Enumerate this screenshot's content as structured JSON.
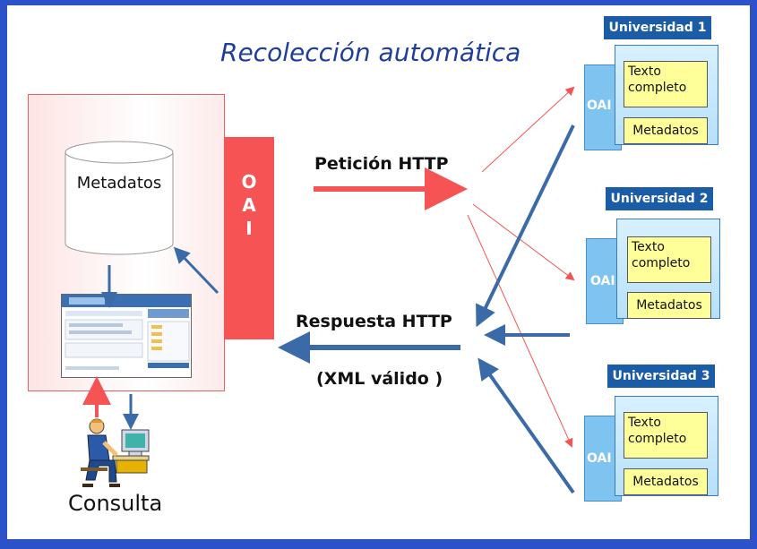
{
  "title": "Recolección automática",
  "repository": {
    "oai_letters": [
      "O",
      "A",
      "I"
    ],
    "metadata_label": "Metadatos",
    "user_label": "Consulta"
  },
  "request_label": "Petición HTTP",
  "response_label": "Respuesta HTTP",
  "xml_label": "(XML válido )",
  "universities": [
    {
      "title": "Universidad 1",
      "oai": "OAI",
      "text": "Texto completo",
      "metadata": "Metadatos"
    },
    {
      "title": "Universidad 2",
      "oai": "OAI",
      "text": "Texto completo",
      "metadata": "Metadatos"
    },
    {
      "title": "Universidad 3",
      "oai": "OAI",
      "text": "Texto completo",
      "metadata": "Metadatos"
    }
  ],
  "colors": {
    "background": "#2b52c8",
    "request": "#f65454",
    "response": "#3a6aa8",
    "university_header": "#1a5ca6",
    "title": "#1f3d9c"
  }
}
